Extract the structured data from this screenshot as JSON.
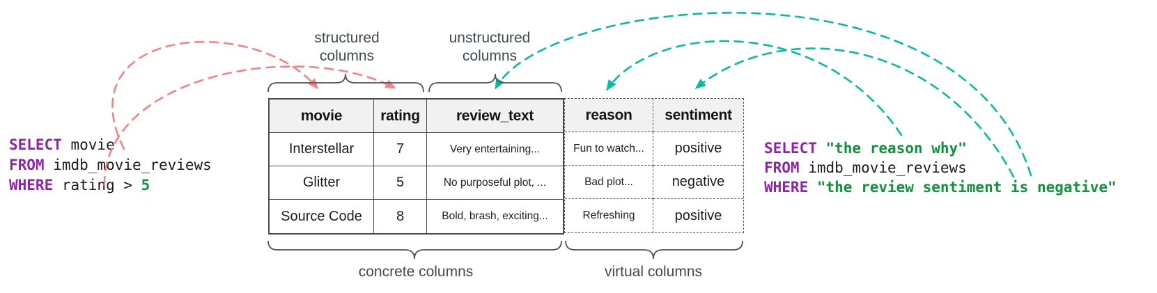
{
  "diagram": {
    "labels": {
      "structured": "structured\ncolumns",
      "unstructured": "unstructured\ncolumns",
      "concrete": "concrete columns",
      "virtual": "virtual columns"
    },
    "table": {
      "concrete_columns": [
        "movie",
        "rating",
        "review_text"
      ],
      "virtual_columns": [
        "reason",
        "sentiment"
      ],
      "rows": [
        {
          "movie": "Interstellar",
          "rating": "7",
          "review_text": "Very entertaining...",
          "reason": "Fun to watch...",
          "sentiment": "positive"
        },
        {
          "movie": "Glitter",
          "rating": "5",
          "review_text": "No purposeful plot, ...",
          "reason": "Bad plot...",
          "sentiment": "negative"
        },
        {
          "movie": "Source Code",
          "rating": "8",
          "review_text": "Bold, brash, exciting...",
          "reason": "Refreshing",
          "sentiment": "positive"
        }
      ]
    },
    "sql_left": {
      "lines": [
        [
          {
            "t": "SELECT",
            "c": "kw"
          },
          {
            "t": " movie",
            "c": "plain"
          }
        ],
        [
          {
            "t": "FROM",
            "c": "kw"
          },
          {
            "t": " imdb_movie_reviews",
            "c": "plain"
          }
        ],
        [
          {
            "t": "WHERE",
            "c": "kw"
          },
          {
            "t": " rating > ",
            "c": "plain"
          },
          {
            "t": "5",
            "c": "lit"
          }
        ]
      ]
    },
    "sql_right": {
      "lines": [
        [
          {
            "t": "SELECT",
            "c": "kw"
          },
          {
            "t": " \"the reason why\"",
            "c": "lit"
          }
        ],
        [
          {
            "t": "FROM",
            "c": "kw"
          },
          {
            "t": " imdb_movie_reviews",
            "c": "plain"
          }
        ],
        [
          {
            "t": "WHERE",
            "c": "kw"
          },
          {
            "t": " \"the review sentiment is negative\"",
            "c": "lit"
          }
        ]
      ]
    },
    "arrows": [
      {
        "name": "select-movie-to-movie-column",
        "color": "red",
        "from": "SELECT movie",
        "to": "movie"
      },
      {
        "name": "where-rating-to-rating-column",
        "color": "red",
        "from": "WHERE rating > 5",
        "to": "rating"
      },
      {
        "name": "where-sentiment-to-review-text-column",
        "color": "teal",
        "from": "WHERE \"the review sentiment is negative\"",
        "to": "review_text"
      },
      {
        "name": "select-reason-to-reason-column",
        "color": "teal",
        "from": "SELECT \"the reason why\"",
        "to": "reason"
      },
      {
        "name": "where-sentiment-to-sentiment-column",
        "color": "teal",
        "from": "WHERE \"the review sentiment is negative\"",
        "to": "sentiment"
      }
    ],
    "colors": {
      "keyword": "#8E24AA",
      "literal": "#12923E",
      "code": "#1C1C1C",
      "red_arrow": "#F98181",
      "teal_arrow": "#00BFA0",
      "border": "#4B4B4B",
      "header_bg": "#F1F1F1",
      "label": "#3F4A54"
    }
  }
}
